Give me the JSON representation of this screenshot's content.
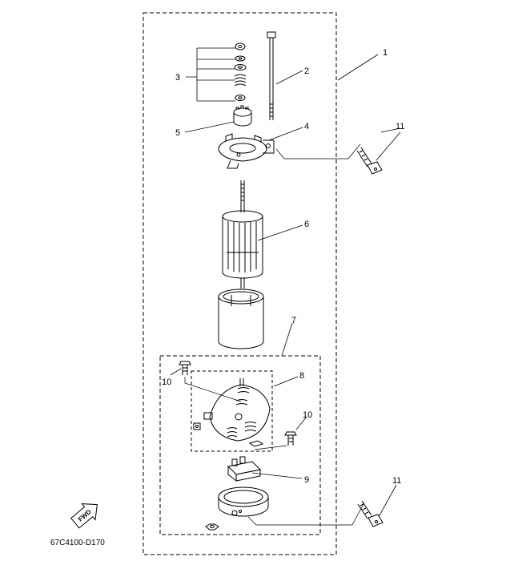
{
  "callouts": {
    "c1": "1",
    "c2": "2",
    "c3": "3",
    "c4": "4",
    "c5": "5",
    "c6": "6",
    "c7": "7",
    "c8": "8",
    "c9": "9",
    "c10a": "10",
    "c10b": "10",
    "c11a": "11",
    "c11b": "11"
  },
  "direction_badge": "FWD",
  "drawing_code": "67C4100-D170",
  "colors": {
    "line": "#000000",
    "background": "#ffffff"
  }
}
